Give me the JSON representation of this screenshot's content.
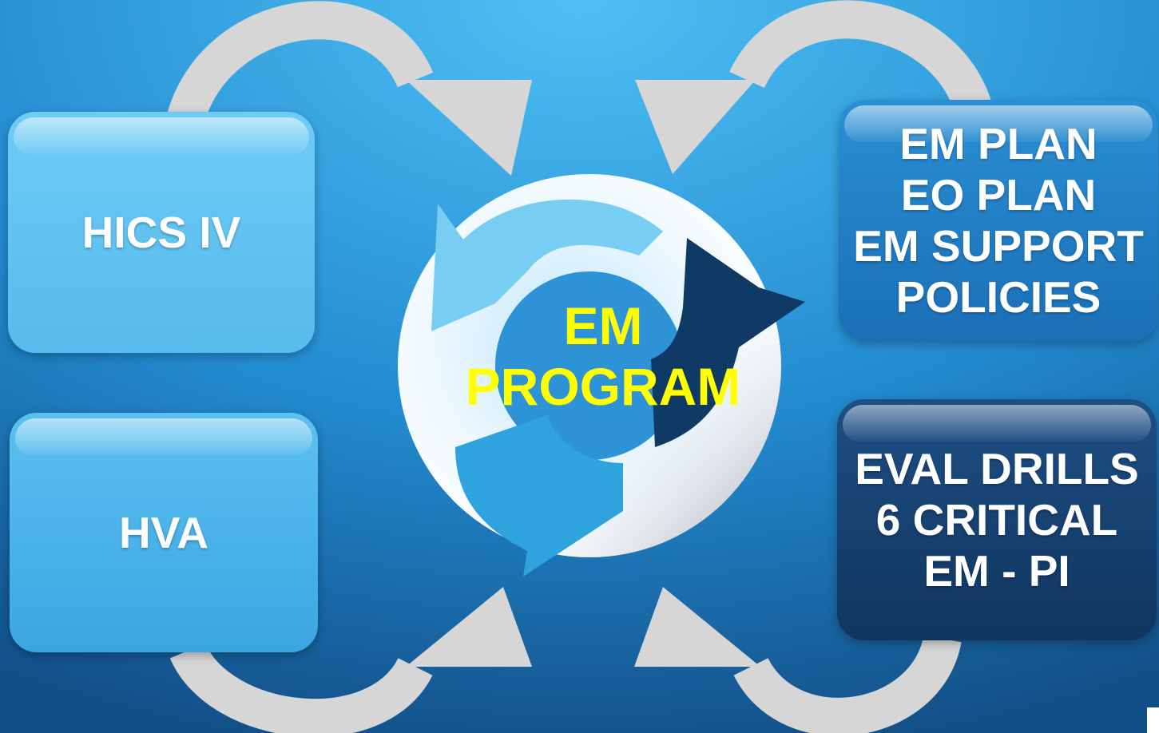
{
  "center": {
    "line1": "EM",
    "line2": "PROGRAM"
  },
  "boxes": {
    "hics": {
      "lines": [
        "HICS IV"
      ]
    },
    "hva": {
      "lines": [
        "HVA"
      ]
    },
    "plan": {
      "lines": [
        "EM PLAN",
        "EO PLAN",
        "EM SUPPORT",
        "POLICIES"
      ]
    },
    "eval": {
      "lines": [
        "EVAL DRILLS",
        "6 CRITICAL",
        "EM - PI"
      ]
    }
  },
  "colors": {
    "center_text": "#ffff00",
    "box_text": "#ffffff",
    "gray_arrow": "#d8d8d8",
    "background_light": "#4fc0f4",
    "background_dark": "#124e86"
  }
}
